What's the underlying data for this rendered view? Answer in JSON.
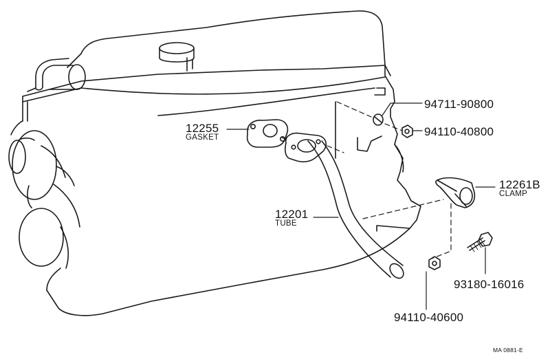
{
  "diagram": {
    "parts": [
      {
        "id": "gasket",
        "number": "12255",
        "name": "GASKET"
      },
      {
        "id": "tube",
        "number": "12201",
        "name": "TUBE"
      },
      {
        "id": "clamp",
        "number": "12261B",
        "name": "CLAMP"
      },
      {
        "id": "stud",
        "number": "94711-90800",
        "name": ""
      },
      {
        "id": "nut-upper",
        "number": "94110-40800",
        "name": ""
      },
      {
        "id": "bolt",
        "number": "93180-16016",
        "name": ""
      },
      {
        "id": "nut-lower",
        "number": "94110-40600",
        "name": ""
      }
    ],
    "reference_code": "MA  0881-E"
  }
}
